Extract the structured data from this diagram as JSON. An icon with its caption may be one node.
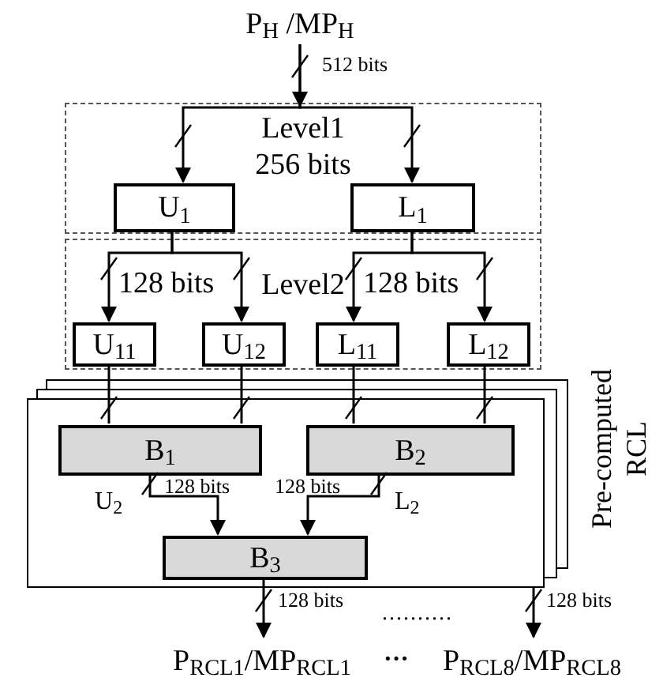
{
  "diagram": {
    "nodes": [
      {
        "text": [
          "P$_{H}$ /MP$_{H}$"
        ]
      },
      {
        "text": [
          "Level1",
          "256 bits"
        ]
      },
      {
        "text": [
          "U$_{1}$"
        ],
        "in": 1
      },
      {
        "text": [
          "L$_{1}$"
        ],
        "in": 1
      },
      {
        "text": [
          "Level2"
        ]
      },
      {
        "text": [
          "U$_{11}$"
        ],
        "in": 4
      },
      {
        "text": [
          "U$_{12}$"
        ],
        "in": 4
      },
      {
        "text": [
          "L$_{11}$"
        ],
        "in": 4
      },
      {
        "text": [
          "L$_{12}$"
        ],
        "in": 4
      },
      {
        "text": [],
        "shape": "box",
        "beside": [
          "Pre-computed RCL"
        ]
      },
      {
        "text": [
          "B$_{1}$"
        ],
        "in": 9
      },
      {
        "text": [
          "B$_{2}$"
        ],
        "in": 9
      },
      {
        "text": [
          "B$_{3}$"
        ],
        "in": 9
      },
      {
        "text": [
          "P$_{RCL1}$/MP$_{RCL1}$"
        ]
      },
      {
        "text": [
          "P$_{RCL8}$/MP$_{RCL8}$"
        ]
      }
    ],
    "edges": [
      {
        "from": 0,
        "to": 2,
        "arrow": "to",
        "label": "512 bits"
      },
      {
        "from": 0,
        "to": 3,
        "arrow": "to"
      },
      {
        "from": 2,
        "to": 5,
        "arrow": "to",
        "label": "128 bits"
      },
      {
        "from": 2,
        "to": 6,
        "arrow": "to"
      },
      {
        "from": 3,
        "to": 7,
        "arrow": "to",
        "label": "128 bits"
      },
      {
        "from": 3,
        "to": 8,
        "arrow": "to"
      },
      {
        "from": 5,
        "to": 10,
        "arrow": "none"
      },
      {
        "from": 6,
        "to": 10,
        "arrow": "none"
      },
      {
        "from": 7,
        "to": 11,
        "arrow": "none"
      },
      {
        "from": 8,
        "to": 11,
        "arrow": "none"
      },
      {
        "from": 10,
        "to": 12,
        "arrow": "to",
        "label": "128 bits"
      },
      {
        "from": 11,
        "to": 12,
        "arrow": "to",
        "label": "128 bits"
      },
      {
        "from": 12,
        "to": 13,
        "arrow": "to",
        "label": "128 bits"
      },
      {
        "from": 9,
        "to": 14,
        "arrow": "to",
        "label": "128 bits"
      }
    ],
    "labels": [
      "U$_{2}$",
      "L$_{2}$",
      "..........",
      "···"
    ]
  }
}
